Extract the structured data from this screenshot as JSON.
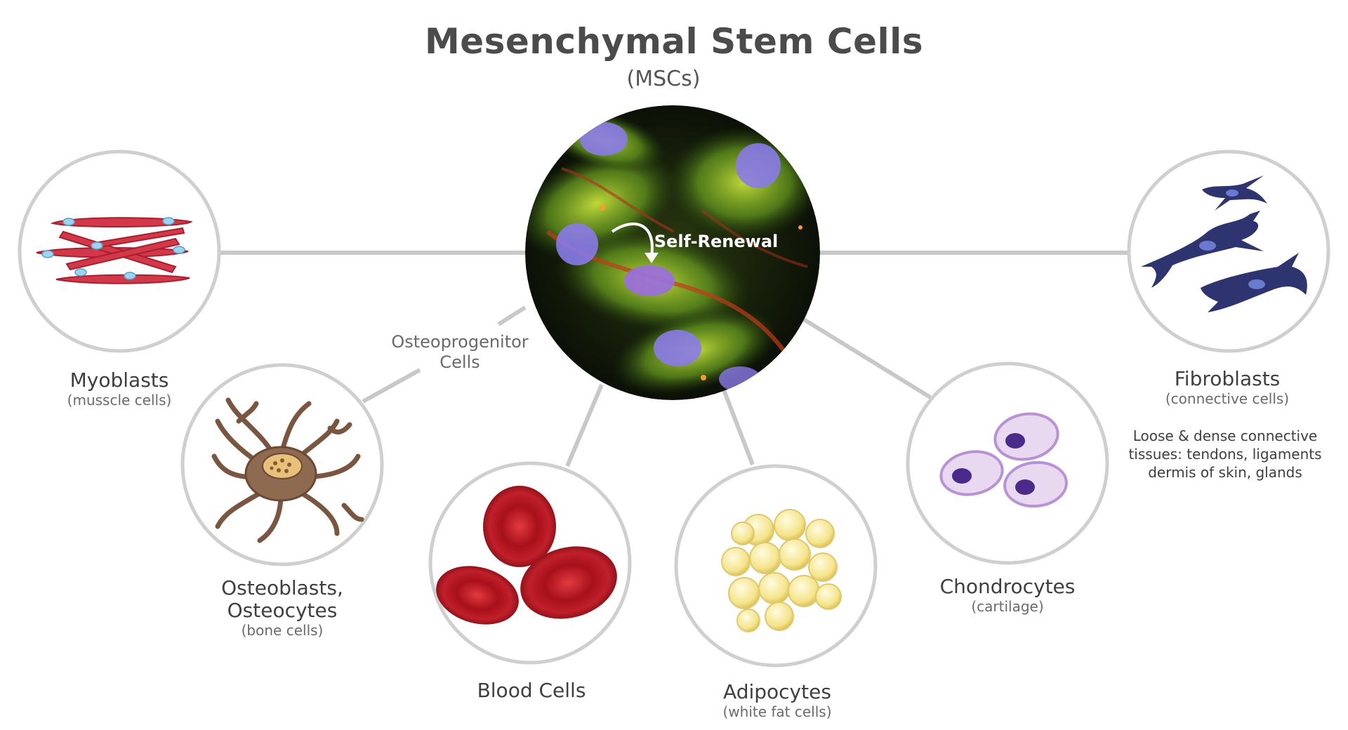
{
  "title": "Mesenchymal Stem Cells",
  "subtitle": "(MSCs)",
  "center": {
    "label": "Self-Renewal"
  },
  "osteoprogenitor": {
    "line1": "Osteoprogenitor",
    "line2": "Cells"
  },
  "cells": [
    {
      "id": "myoblasts",
      "label": "Myoblasts",
      "sub": "(musscle cells)"
    },
    {
      "id": "osteoblasts",
      "label1": "Osteoblasts,",
      "label2": "Osteocytes",
      "sub": "(bone cells)"
    },
    {
      "id": "blood",
      "label": "Blood Cells"
    },
    {
      "id": "adipocytes",
      "label": "Adipocytes",
      "sub": "(white fat cells)"
    },
    {
      "id": "chondrocytes",
      "label": "Chondrocytes",
      "sub": "(cartilage)"
    },
    {
      "id": "fibroblasts",
      "label": "Fibroblasts",
      "sub": "(connective cells)",
      "note": [
        "Loose & dense connective",
        "tissues: tendons, ligaments",
        "dermis of skin, glands"
      ]
    }
  ],
  "colors": {
    "connector": "#c8c8c8",
    "ring": "#cfcfcf",
    "muscle": "#d2384a",
    "bone": "#7a5540",
    "blood": "#b0141c",
    "fat": "#f2e08a",
    "cartilage": "#b892d4",
    "fibroblast": "#2e3470"
  }
}
